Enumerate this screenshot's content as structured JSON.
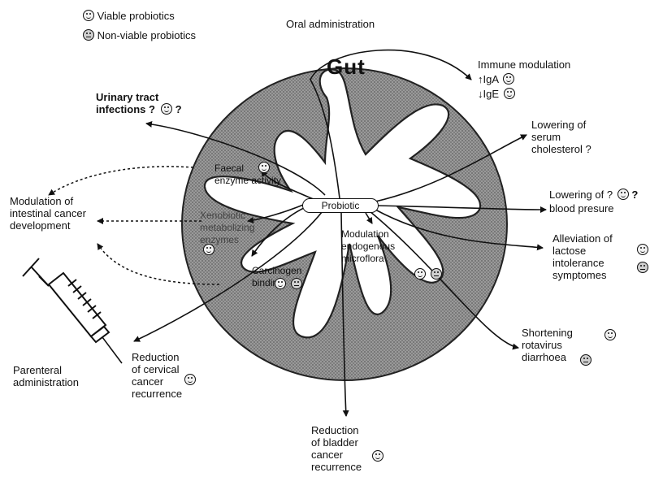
{
  "legend": {
    "viable": "Viable probiotics",
    "non_viable": "Non-viable probiotics"
  },
  "oral_admin": "Oral administration",
  "gut_title": "Gut",
  "center_label": "Probiotic",
  "labels": {
    "immune_title": "Immune modulation",
    "iga": "↑IgA",
    "ige": "↓IgE",
    "uti": "Urinary tract\ninfections ?",
    "uti_q": "?",
    "cholesterol": "Lowering of\nserum\ncholesterol ?",
    "bp_line1": "Lowering of ?",
    "bp_q": "?",
    "bp_line2": "blood presure",
    "lactose": "Alleviation of\nlactose\nintolerance\nsymptomes",
    "rotavirus": "Shortening\nrotavirus\ndiarrhoea",
    "bladder": "Reduction\nof bladder\ncancer\nrecurrence",
    "cervical": "Reduction\nof cervical\ncancer\nrecurrence",
    "parenteral": "Parenteral\nadministration",
    "intestinal": "Modulation of\nintestinal cancer\ndevelopment",
    "faecal": "Faecal\nenzyme activity",
    "xeno": "Xenobiotic\nmetabolizing\nenzymes",
    "carcinogen": "Carcinogen\nbinding",
    "microflora": "Modulation\nendogenous\nmicroflora"
  },
  "colors": {
    "gut_wall": "#8a8a8a",
    "lumen": "#ffffff",
    "ink": "#111111"
  }
}
